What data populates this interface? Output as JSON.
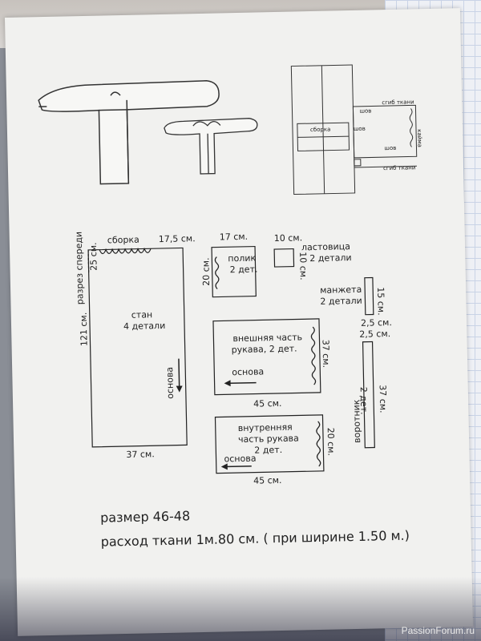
{
  "pattern": {
    "stan": {
      "gather_label": "сборка",
      "top_width": "17,5 см.",
      "front_slit": "разрез спереди",
      "slit_len": "25 см.",
      "length": "121 см.",
      "name": "стан",
      "count": "4 детали",
      "grain": "основа",
      "bottom_width": "37 см."
    },
    "polik": {
      "width": "17 см.",
      "name": "полик",
      "count": "2 дет.",
      "height": "20 см."
    },
    "gusset": {
      "size_w": "10 см.",
      "size_h": "10 см.",
      "name": "ластовица",
      "count": "2 детали"
    },
    "cuff": {
      "name": "манжета",
      "count": "2 детали",
      "length": "15 см.",
      "width": "2,5 см."
    },
    "outer_sleeve": {
      "name": "внешняя часть",
      "name2": "рукава, 2 дет.",
      "height": "37 см.",
      "grain": "основа",
      "width": "45 см."
    },
    "inner_sleeve": {
      "name": "внутренняя",
      "name2": "часть рукава",
      "count": "2 дет.",
      "height": "20 см.",
      "grain": "основа",
      "width": "45 см."
    },
    "collar": {
      "width": "2,5 см.",
      "name": "воротник",
      "count": "2 дет.",
      "length": "37 см."
    }
  },
  "layout_diagram": {
    "fold_top": "сгиб ткани",
    "fold_bottom": "сгиб ткани",
    "seam": "шов",
    "gather": "сборка",
    "edge": "кайма"
  },
  "footer": {
    "size": "размер 46-48",
    "consumption": "расход ткани 1м.80 см. ( при ширине 1.50 м.)"
  },
  "watermark": "PassionForum.ru"
}
